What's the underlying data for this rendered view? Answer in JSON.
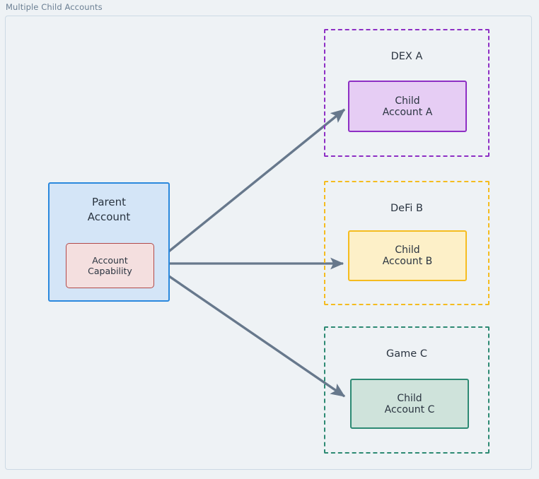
{
  "diagram": {
    "title": "Multiple Child Accounts",
    "type": "flowchart",
    "colors": {
      "background": "#eef2f5",
      "frame_border": "#ccd9e4",
      "title_text": "#6b7f93",
      "node_text": "#2a3440",
      "parent_fill": "#d4e5f7",
      "parent_border": "#2a88dd",
      "capability_fill": "#f4dfdf",
      "capability_border": "#b14a4a",
      "dex_a": "#8e2fc4",
      "dex_a_fill": "#e6cdf4",
      "defi_b": "#f5bc1f",
      "defi_b_fill": "#fdf0c8",
      "game_c": "#2d8a73",
      "game_c_fill": "#cfe3db",
      "arrow": "#67788c"
    }
  },
  "parent": {
    "title_line1": "Parent",
    "title_line2": "Account",
    "capability_line1": "Account",
    "capability_line2": "Capability"
  },
  "groups": [
    {
      "id": "dex-a",
      "label": "DEX A",
      "child_line1": "Child",
      "child_line2": "Account A"
    },
    {
      "id": "defi-b",
      "label": "DeFi B",
      "child_line1": "Child",
      "child_line2": "Account B"
    },
    {
      "id": "game-c",
      "label": "Game C",
      "child_line1": "Child",
      "child_line2": "Account C"
    }
  ],
  "edges": [
    {
      "id": "edge-capability-to-child-a",
      "from": "Account Capability",
      "to": "Child Account A",
      "style": "solid-arrow"
    },
    {
      "id": "edge-capability-to-child-b",
      "from": "Account Capability",
      "to": "Child Account B",
      "style": "solid-arrow"
    },
    {
      "id": "edge-capability-to-child-c",
      "from": "Account Capability",
      "to": "Child Account C",
      "style": "solid-arrow"
    }
  ]
}
